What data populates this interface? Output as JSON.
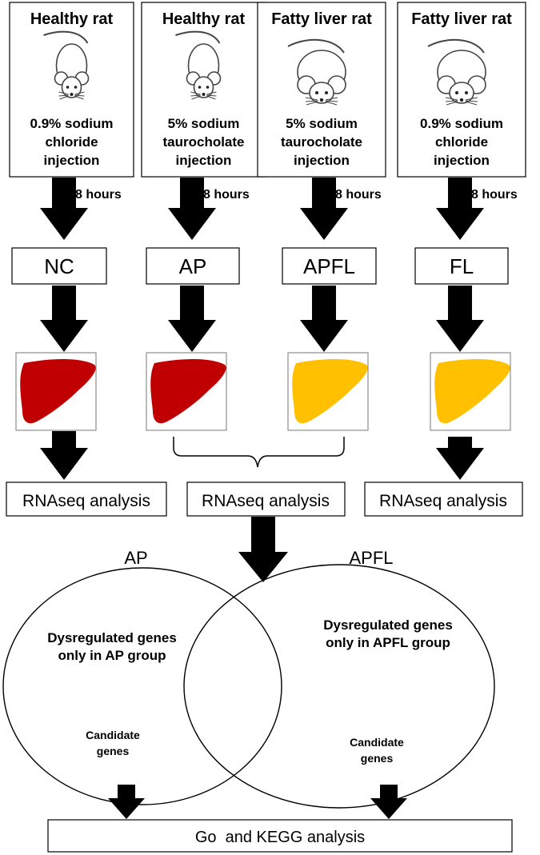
{
  "colors": {
    "healthy_liver": "#c00000",
    "fatty_liver": "#ffc000",
    "arrow": "#000000",
    "box_stroke": "#000000"
  },
  "conditions": [
    {
      "title": "Healthy rat",
      "treatment_lines": [
        "0.9% sodium",
        "chloride",
        "injection"
      ],
      "rat_type": "healthy",
      "time_label": "8 hours",
      "group": "NC",
      "liver": "healthy"
    },
    {
      "title": "Healthy rat",
      "treatment_lines": [
        "5% sodium",
        "taurocholate",
        "injection"
      ],
      "rat_type": "healthy",
      "time_label": "8 hours",
      "group": "AP",
      "liver": "healthy"
    },
    {
      "title": "Fatty liver rat",
      "treatment_lines": [
        "5% sodium",
        "taurocholate",
        "injection"
      ],
      "rat_type": "fatty",
      "time_label": "8 hours",
      "group": "APFL",
      "liver": "fatty"
    },
    {
      "title": "Fatty liver rat",
      "treatment_lines": [
        "0.9% sodium",
        "chloride",
        "injection"
      ],
      "rat_type": "fatty",
      "time_label": "8 hours",
      "group": "FL",
      "liver": "fatty"
    }
  ],
  "analysis": {
    "left": "RNAseq analysis",
    "middle": "RNAseq analysis",
    "right": "RNAseq analysis"
  },
  "venn": {
    "left_label": "AP",
    "right_label": "APFL",
    "left_text": [
      "Dysregulated genes",
      "only in AP group"
    ],
    "right_text": [
      "Dysregulated genes",
      "only in APFL group"
    ],
    "left_candidate": [
      "Candidate",
      "genes"
    ],
    "right_candidate": [
      "Candidate",
      "genes"
    ]
  },
  "final": "Go  and KEGG analysis"
}
